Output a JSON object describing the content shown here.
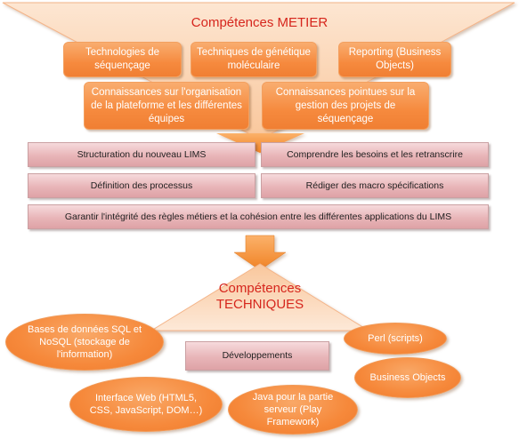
{
  "colors": {
    "title": "#d6261d",
    "orange": "#f68a3e",
    "funnel_light": "#fde3cc",
    "pink": "#e8b5b8"
  },
  "top_section": {
    "title": "Compétences METIER",
    "boxes_row1": [
      "Technologies de séquençage",
      "Techniques de génétique moléculaire",
      "Reporting (Business Objects)"
    ],
    "boxes_row2": [
      "Connaissances sur l'organisation de la plateforme et les différentes équipes",
      "Connaissances pointues sur la gestion des projets de séquençage"
    ]
  },
  "middle_section": {
    "tasks": [
      "Structuration du nouveau LIMS",
      "Comprendre les besoins et les retranscrire",
      "Définition des processus",
      "Rédiger des macro spécifications",
      "Garantir l'intégrité des règles métiers et la cohésion entre les différentes applications du LIMS"
    ]
  },
  "bottom_section": {
    "title_line1": "Compétences",
    "title_line2": "TECHNIQUES",
    "center_box": "Développements",
    "skills": [
      "Bases de données SQL et NoSQL (stockage de l'information)",
      "Perl (scripts)",
      "Business Objects",
      "Interface Web (HTML5, CSS, JavaScript, DOM…)",
      "Java pour la partie serveur (Play Framework)"
    ]
  }
}
